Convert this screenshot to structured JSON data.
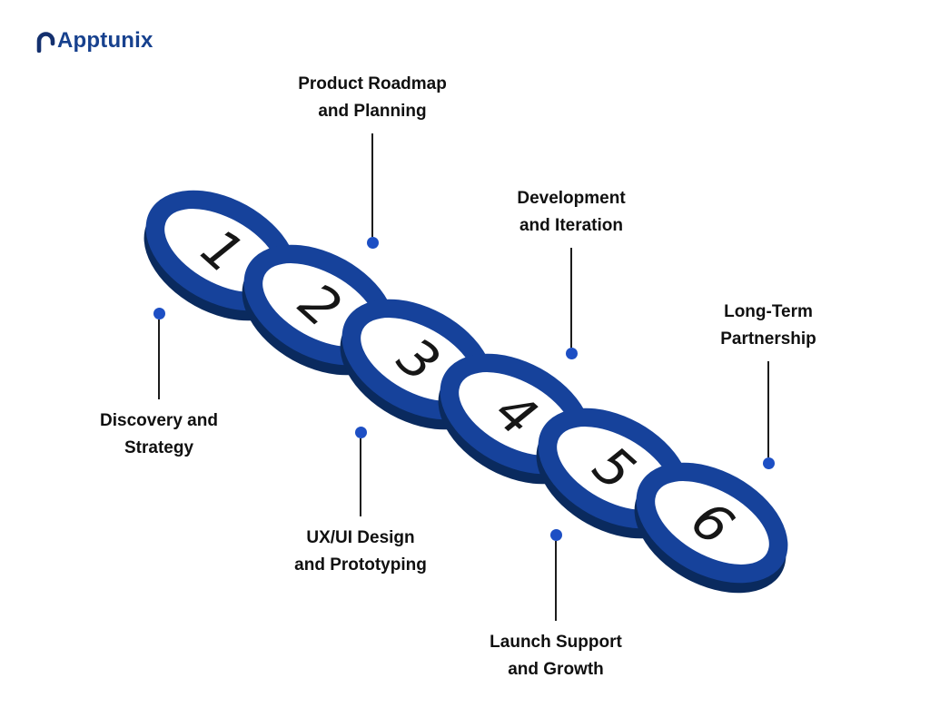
{
  "logo": {
    "brand": "Apptunix"
  },
  "steps": [
    {
      "number": "1",
      "label": [
        "Discovery and",
        "Strategy"
      ]
    },
    {
      "number": "2",
      "label": [
        "Product Roadmap",
        "and Planning"
      ]
    },
    {
      "number": "3",
      "label": [
        "UX/UI Design",
        "and Prototyping"
      ]
    },
    {
      "number": "4",
      "label": [
        "Development",
        "and Iteration"
      ]
    },
    {
      "number": "5",
      "label": [
        "Launch Support",
        "and Growth"
      ]
    },
    {
      "number": "6",
      "label": [
        "Long-Term",
        "Partnership"
      ]
    }
  ],
  "colors": {
    "ring_face": "#16429b",
    "ring_depth": "#0a2a5e",
    "connector_dot": "#1d4fc4",
    "connector_line": "#1c1c1c",
    "label_text": "#101010",
    "brand_blue": "#17418e",
    "brand_arch": "#14306e"
  }
}
